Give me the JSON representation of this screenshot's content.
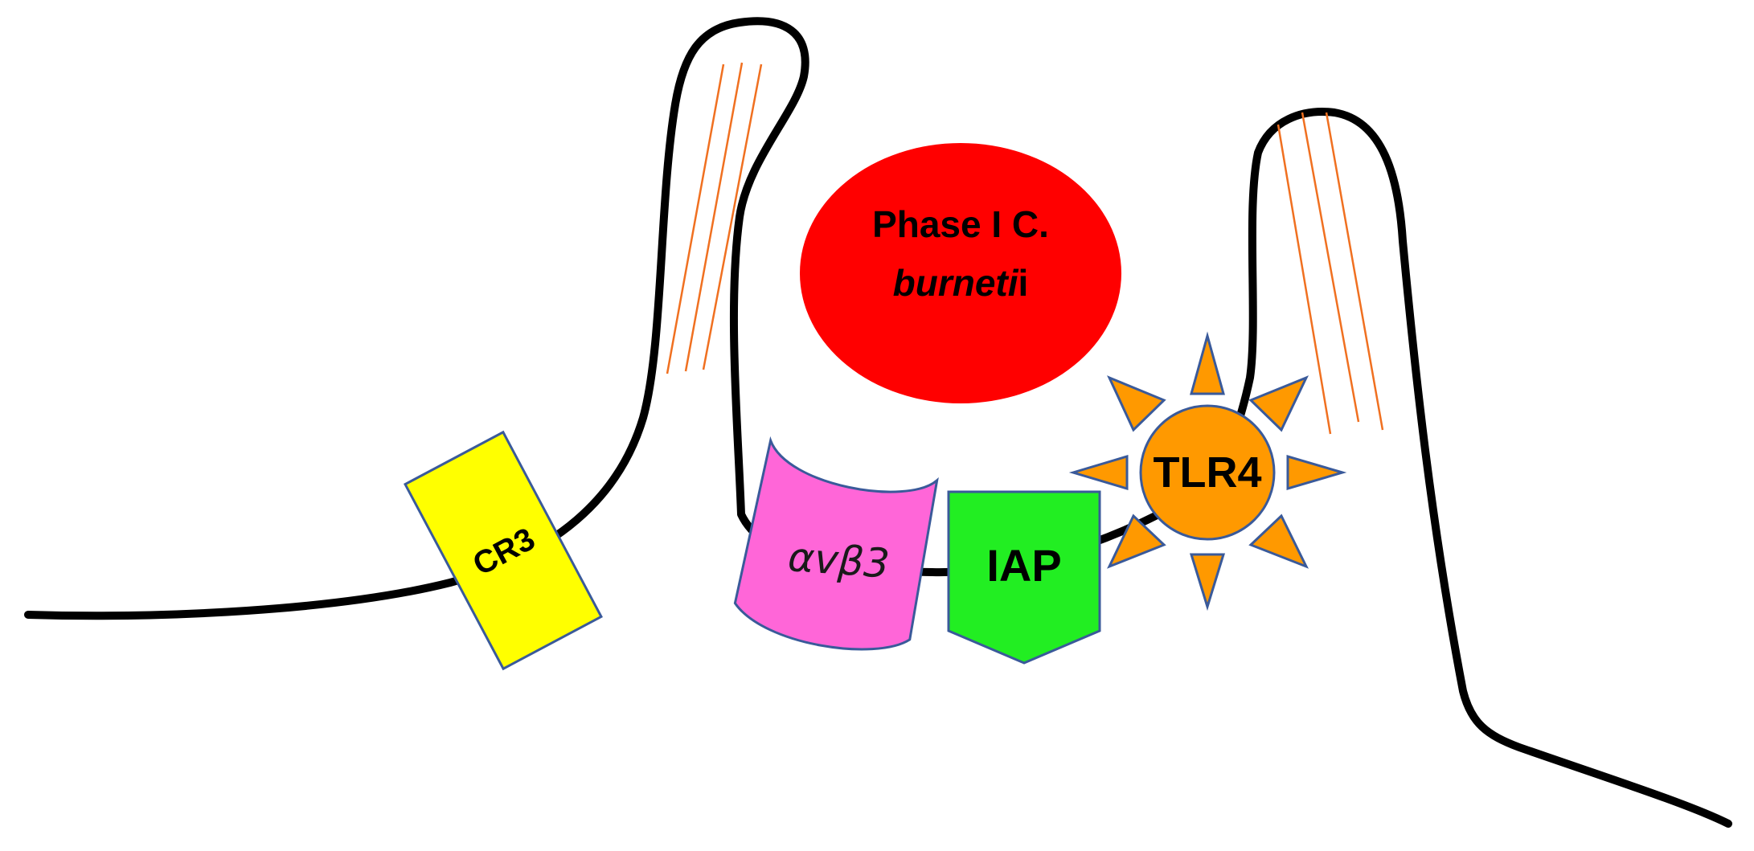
{
  "diagram": {
    "bacterium": {
      "line1": "Phase I C.",
      "line2_italic": "burneti",
      "line2_tail": "i"
    },
    "receptors": {
      "cr3": {
        "label": "CR3"
      },
      "avb3": {
        "label": "αvβ3"
      },
      "iap": {
        "label": "IAP"
      },
      "tlr4": {
        "label": "TLR4"
      }
    },
    "colors": {
      "membrane": "#000000",
      "actin": "#f07020",
      "bacterium": "#ff0000",
      "cr3": "#ffff00",
      "avb3": "#ff66d8",
      "iap": "#22ee22",
      "tlr4": "#ff9900",
      "outline": "#3a5a9a"
    }
  }
}
